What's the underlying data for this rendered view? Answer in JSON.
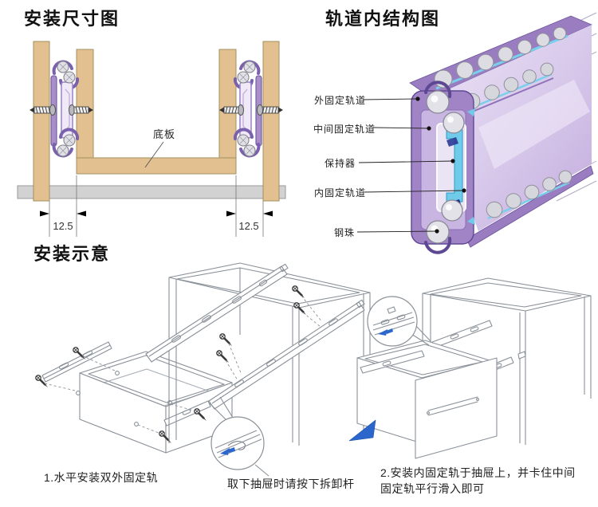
{
  "sections": {
    "dimension_diagram": {
      "title": "安装尺寸图",
      "bottom_board": "底板",
      "dim_left": "12.5",
      "dim_right": "12.5"
    },
    "structure_diagram": {
      "title": "轨道内结构图",
      "labels": [
        {
          "text": "外固定轨道"
        },
        {
          "text": "中间固定轨道"
        },
        {
          "text": "保持器"
        },
        {
          "text": "内固定轨道"
        },
        {
          "text": "钢珠"
        }
      ]
    },
    "installation": {
      "title": "安装示意",
      "step1": "1.水平安装双外固定轨",
      "lever_note": "取下抽屉时请按下拆卸杆",
      "step2_line1": "2.安装内固定轨于抽屉上，并卡住中间",
      "step2_line2": "固定轨平行滑入即可"
    }
  },
  "colors": {
    "wood": "#e3c08f",
    "wood_edge": "#a3905f",
    "rail_purple": "#a98fc9",
    "rail_purple_dark": "#6b569c",
    "rail_lavender": "#c9b5e1",
    "rail_light": "#f0eaf8",
    "rail_cyan": "#6fcbe9",
    "ball_gray": "#e0e0e6",
    "line_art": "#8a9199",
    "arrow_blue": "#2a66cc",
    "base_gray": "#d2d2d2"
  }
}
